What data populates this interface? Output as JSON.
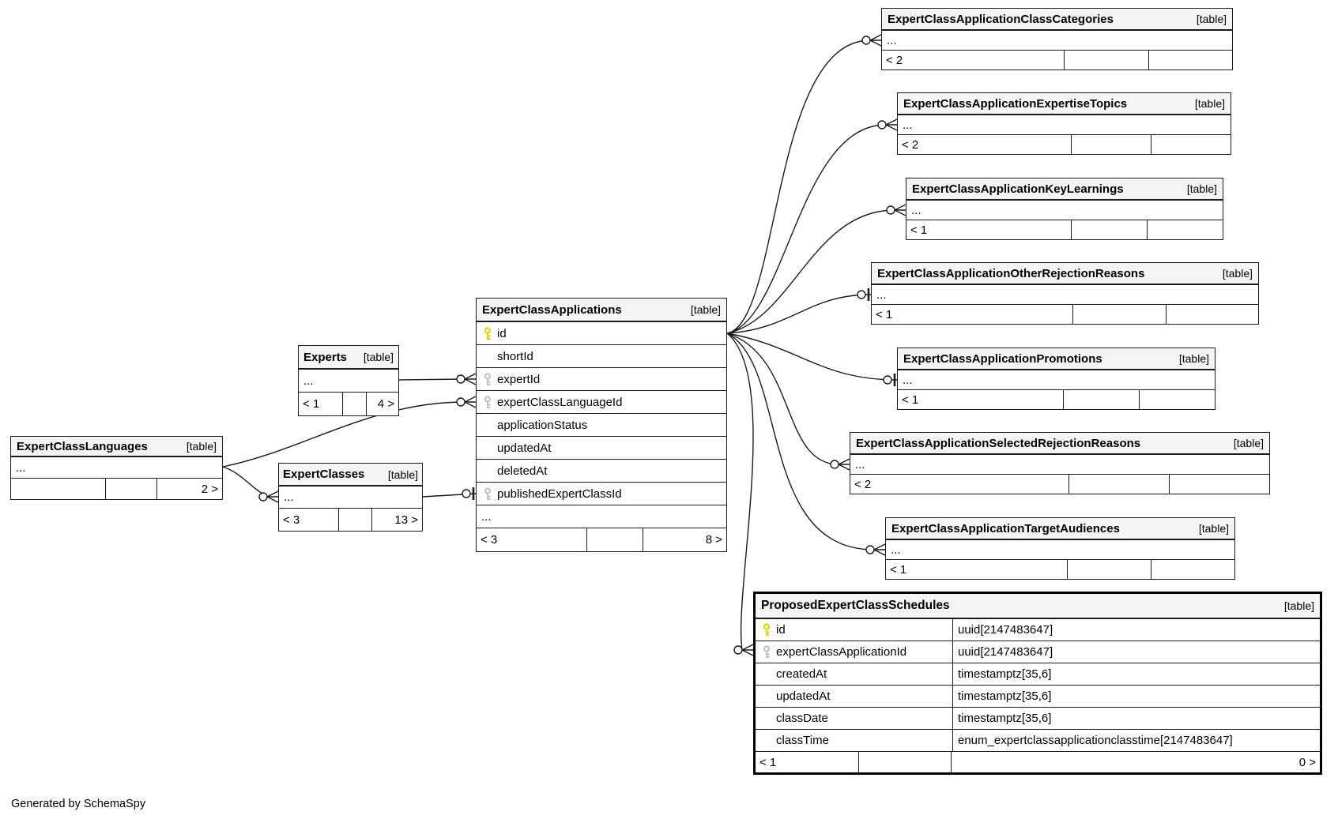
{
  "footer_note": "Generated by SchemaSpy",
  "colors": {
    "primary_key_icon": "#d9d900",
    "foreign_key_icon": "#c2c2c2",
    "header_bg": "#f4f4f4",
    "border": "#1a1a1a"
  },
  "tables": {
    "classCategories": {
      "name": "ExpertClassApplicationClassCategories",
      "tag": "[table]",
      "collapsed": "...",
      "footer": [
        "< 2",
        "",
        ""
      ]
    },
    "expertiseTopics": {
      "name": "ExpertClassApplicationExpertiseTopics",
      "tag": "[table]",
      "collapsed": "...",
      "footer": [
        "< 2",
        "",
        ""
      ]
    },
    "keyLearnings": {
      "name": "ExpertClassApplicationKeyLearnings",
      "tag": "[table]",
      "collapsed": "...",
      "footer": [
        "< 1",
        "",
        ""
      ]
    },
    "otherRejectionReasons": {
      "name": "ExpertClassApplicationOtherRejectionReasons",
      "tag": "[table]",
      "collapsed": "...",
      "footer": [
        "< 1",
        "",
        ""
      ]
    },
    "promotions": {
      "name": "ExpertClassApplicationPromotions",
      "tag": "[table]",
      "collapsed": "...",
      "footer": [
        "< 1",
        "",
        ""
      ]
    },
    "selectedRejectionReasons": {
      "name": "ExpertClassApplicationSelectedRejectionReasons",
      "tag": "[table]",
      "collapsed": "...",
      "footer": [
        "< 2",
        "",
        ""
      ]
    },
    "targetAudiences": {
      "name": "ExpertClassApplicationTargetAudiences",
      "tag": "[table]",
      "collapsed": "...",
      "footer": [
        "< 1",
        "",
        ""
      ]
    },
    "applications": {
      "name": "ExpertClassApplications",
      "tag": "[table]",
      "collapsed": "...",
      "footer": [
        "< 3",
        "",
        "8 >"
      ],
      "columns": [
        {
          "name": "id",
          "key": "primary"
        },
        {
          "name": "shortId",
          "key": null
        },
        {
          "name": "expertId",
          "key": "foreign"
        },
        {
          "name": "expertClassLanguageId",
          "key": "foreign"
        },
        {
          "name": "applicationStatus",
          "key": null
        },
        {
          "name": "updatedAt",
          "key": null
        },
        {
          "name": "deletedAt",
          "key": null
        },
        {
          "name": "publishedExpertClassId",
          "key": "foreign"
        }
      ]
    },
    "experts": {
      "name": "Experts",
      "tag": "[table]",
      "collapsed": "...",
      "footer": [
        "< 1",
        "",
        "4 >"
      ]
    },
    "languages": {
      "name": "ExpertClassLanguages",
      "tag": "[table]",
      "collapsed": "...",
      "footer": [
        "",
        "",
        "2 >"
      ]
    },
    "classes": {
      "name": "ExpertClasses",
      "tag": "[table]",
      "collapsed": "...",
      "footer": [
        "< 3",
        "",
        "13 >"
      ]
    },
    "schedules": {
      "name": "ProposedExpertClassSchedules",
      "tag": "[table]",
      "footer": [
        "< 1",
        "",
        "0 >"
      ],
      "columns": [
        {
          "name": "id",
          "type": "uuid[2147483647]",
          "key": "primary"
        },
        {
          "name": "expertClassApplicationId",
          "type": "uuid[2147483647]",
          "key": "foreign"
        },
        {
          "name": "createdAt",
          "type": "timestamptz[35,6]",
          "key": null
        },
        {
          "name": "updatedAt",
          "type": "timestamptz[35,6]",
          "key": null
        },
        {
          "name": "classDate",
          "type": "timestamptz[35,6]",
          "key": null
        },
        {
          "name": "classTime",
          "type": "enum_expertclassapplicationclasstime[2147483647]",
          "key": null
        }
      ]
    }
  },
  "relationships": [
    {
      "from": "ExpertClassApplications.id",
      "to": "ExpertClassApplicationClassCategories",
      "cardinality": "zero-or-many"
    },
    {
      "from": "ExpertClassApplications.id",
      "to": "ExpertClassApplicationExpertiseTopics",
      "cardinality": "zero-or-many"
    },
    {
      "from": "ExpertClassApplications.id",
      "to": "ExpertClassApplicationKeyLearnings",
      "cardinality": "zero-or-many"
    },
    {
      "from": "ExpertClassApplications.id",
      "to": "ExpertClassApplicationOtherRejectionReasons",
      "cardinality": "zero-or-one"
    },
    {
      "from": "ExpertClassApplications.id",
      "to": "ExpertClassApplicationPromotions",
      "cardinality": "zero-or-one"
    },
    {
      "from": "ExpertClassApplications.id",
      "to": "ExpertClassApplicationSelectedRejectionReasons",
      "cardinality": "zero-or-many"
    },
    {
      "from": "ExpertClassApplications.id",
      "to": "ExpertClassApplicationTargetAudiences",
      "cardinality": "zero-or-many"
    },
    {
      "from": "ExpertClassApplications.id",
      "to": "ProposedExpertClassSchedules.expertClassApplicationId",
      "cardinality": "zero-or-many"
    },
    {
      "from": "Experts",
      "to": "ExpertClassApplications.expertId",
      "cardinality": "zero-or-many"
    },
    {
      "from": "ExpertClassLanguages",
      "to": "ExpertClassApplications.expertClassLanguageId",
      "cardinality": "zero-or-many"
    },
    {
      "from": "ExpertClassLanguages",
      "to": "ExpertClasses",
      "cardinality": "zero-or-many"
    },
    {
      "from": "ExpertClasses",
      "to": "ExpertClassApplications.publishedExpertClassId",
      "cardinality": "zero-or-one"
    }
  ]
}
